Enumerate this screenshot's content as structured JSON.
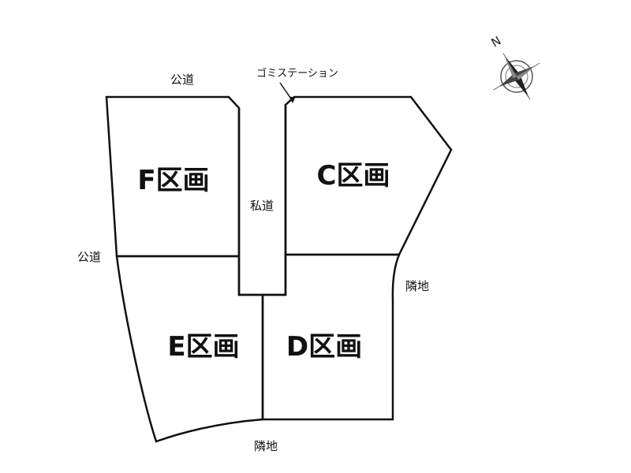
{
  "lots": [
    {
      "id": "F",
      "label": "F区画"
    },
    {
      "id": "C",
      "label": "C区画"
    },
    {
      "id": "E",
      "label": "E区画"
    },
    {
      "id": "D",
      "label": "D区画"
    }
  ],
  "roads": {
    "public_top": "公道",
    "public_left": "公道",
    "private": "私道",
    "neighbor_right": "隣地",
    "neighbor_bottom": "隣地"
  },
  "callouts": {
    "garbage_station": "ゴミステーション"
  },
  "compass": {
    "north_letter": "N",
    "icon": "compass-rose-icon"
  },
  "colors": {
    "line": "#111111",
    "background": "#ffffff"
  }
}
